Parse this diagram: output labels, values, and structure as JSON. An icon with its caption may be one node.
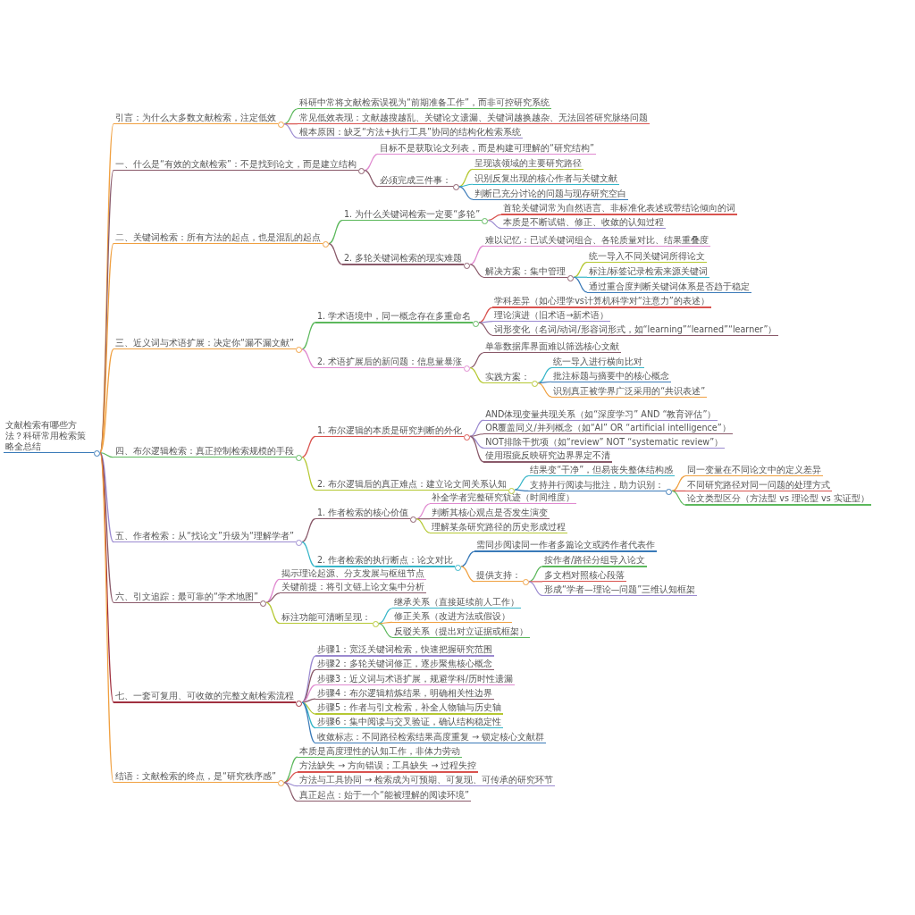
{
  "diagram": {
    "nodes": [
      {
        "text": [
          "文献检索有哪些方法？科研常用检索策略全总结"
        ]
      },
      {
        "text": [
          "引言：为什么大多数文献检索，注定低效"
        ]
      },
      {
        "text": [
          "科研中常将文献检索误视为“前期准备工作”，而非可控研究系统"
        ]
      },
      {
        "text": [
          "常见低效表现：文献越搜越乱、关键论文遗漏、关键词越换越杂、无法回答研究脉络问题"
        ]
      },
      {
        "text": [
          "根本原因：缺乏“方法+执行工具”协同的结构化检索系统"
        ]
      },
      {
        "text": [
          "一、什么是“有效的文献检索”：不是找到论文，而是建立结构"
        ]
      },
      {
        "text": [
          "目标不是获取论文列表，而是构建可理解的“研究结构”"
        ]
      },
      {
        "text": [
          "必须完成三件事："
        ]
      },
      {
        "text": [
          "呈现该领域的主要研究路径"
        ]
      },
      {
        "text": [
          "识别反复出现的核心作者与关键文献"
        ]
      },
      {
        "text": [
          "判断已充分讨论的问题与现存研究空白"
        ]
      },
      {
        "text": [
          "二、关键词检索：所有方法的起点，也是混乱的起点"
        ]
      },
      {
        "text": [
          "1. 为什么关键词检索一定要“多轮”"
        ]
      },
      {
        "text": [
          "首轮关键词常为自然语言、非标准化表述或带结论倾向的词"
        ]
      },
      {
        "text": [
          "本质是不断试错、修正、收敛的认知过程"
        ]
      },
      {
        "text": [
          "2. 多轮关键词检索的现实难题"
        ]
      },
      {
        "text": [
          "难以记忆：已试关键词组合、各轮质量对比、结果重叠度"
        ]
      },
      {
        "text": [
          "解决方案：集中管理"
        ]
      },
      {
        "text": [
          "统一导入不同关键词所得论文"
        ]
      },
      {
        "text": [
          "标注/标签记录检索来源关键词"
        ]
      },
      {
        "text": [
          "通过重合度判断关键词体系是否趋于稳定"
        ]
      },
      {
        "text": [
          "三、近义词与术语扩展：决定你“漏不漏文献”"
        ]
      },
      {
        "text": [
          "1. 学术语境中，同一概念存在多重命名"
        ]
      },
      {
        "text": [
          "学科差异（如心理学vs计算机科学对“注意力”的表述）"
        ]
      },
      {
        "text": [
          "理论演进（旧术语→新术语）"
        ]
      },
      {
        "text": [
          "词形变化（名词/动词/形容词形式，如“learning”“learned”“learner”）"
        ]
      },
      {
        "text": [
          "2. 术语扩展后的新问题：信息量暴涨"
        ]
      },
      {
        "text": [
          "单靠数据库界面难以筛选核心文献"
        ]
      },
      {
        "text": [
          "实践方案："
        ]
      },
      {
        "text": [
          "统一导入进行横向比对"
        ]
      },
      {
        "text": [
          "批注标题与摘要中的核心概念"
        ]
      },
      {
        "text": [
          "识别真正被学界广泛采用的“共识表述”"
        ]
      },
      {
        "text": [
          "四、布尔逻辑检索：真正控制检索规模的手段"
        ]
      },
      {
        "text": [
          "1. 布尔逻辑的本质是研究判断的外化"
        ]
      },
      {
        "text": [
          "AND体现变量共现关系（如“深度学习” AND “教育评估”）"
        ]
      },
      {
        "text": [
          "OR覆盖同义/并列概念（如“AI” OR “artificial intelligence”）"
        ]
      },
      {
        "text": [
          "NOT排除干扰项（如“review” NOT “systematic review”）"
        ]
      },
      {
        "text": [
          "使用瑕疵反映研究边界界定不清"
        ]
      },
      {
        "text": [
          "2. 布尔逻辑后的真正难点：建立论文间关系认知"
        ]
      },
      {
        "text": [
          "结果变“干净”，但易丧失整体结构感"
        ]
      },
      {
        "text": [
          "支持并行阅读与批注，助力识别："
        ]
      },
      {
        "text": [
          "同一变量在不同论文中的定义差异"
        ]
      },
      {
        "text": [
          "不同研究路径对同一问题的处理方式"
        ]
      },
      {
        "text": [
          "论文类型区分（方法型 vs 理论型 vs 实证型）"
        ]
      },
      {
        "text": [
          "五、作者检索：从“找论文”升级为“理解学者”"
        ]
      },
      {
        "text": [
          "1. 作者检索的核心价值"
        ]
      },
      {
        "text": [
          "补全学者完整研究轨迹（时间维度）"
        ]
      },
      {
        "text": [
          "判断其核心观点是否发生演变"
        ]
      },
      {
        "text": [
          "理解某条研究路径的历史形成过程"
        ]
      },
      {
        "text": [
          "2. 作者检索的执行断点：论文对比"
        ]
      },
      {
        "text": [
          "需同步阅读同一作者多篇论文或跨作者代表作"
        ]
      },
      {
        "text": [
          "提供支持："
        ]
      },
      {
        "text": [
          "按作者/路径分组导入论文"
        ]
      },
      {
        "text": [
          "多文档对照核心段落"
        ]
      },
      {
        "text": [
          "形成“学者—理论—问题”三维认知框架"
        ]
      },
      {
        "text": [
          "六、引文追踪：最可靠的“学术地图”"
        ]
      },
      {
        "text": [
          "揭示理论起源、分支发展与枢纽节点"
        ]
      },
      {
        "text": [
          "关键前提：将引文链上论文集中分析"
        ]
      },
      {
        "text": [
          "标注功能可清晰呈现："
        ]
      },
      {
        "text": [
          "继承关系（直接延续前人工作）"
        ]
      },
      {
        "text": [
          "修正关系（改进方法或假设）"
        ]
      },
      {
        "text": [
          "反驳关系（提出对立证据或框架）"
        ]
      },
      {
        "text": [
          "七、一套可复用、可收敛的完整文献检索流程"
        ]
      },
      {
        "text": [
          "步骤1：宽泛关键词检索，快速把握研究范围"
        ]
      },
      {
        "text": [
          "步骤2：多轮关键词修正，逐步聚焦核心概念"
        ]
      },
      {
        "text": [
          "步骤3：近义词与术语扩展，规避学科/历时性遗漏"
        ]
      },
      {
        "text": [
          "步骤4：布尔逻辑精炼结果，明确相关性边界"
        ]
      },
      {
        "text": [
          "步骤5：作者与引文检索，补全人物轴与历史轴"
        ]
      },
      {
        "text": [
          "步骤6：集中阅读与交叉验证，确认结构稳定性"
        ]
      },
      {
        "text": [
          "收敛标志：不同路径检索结果高度重复 → 锁定核心文献群"
        ]
      },
      {
        "text": [
          "结语：文献检索的终点，是“研究秩序感”"
        ]
      },
      {
        "text": [
          "本质是高度理性的认知工作，非体力劳动"
        ]
      },
      {
        "text": [
          "方法缺失 → 方向错误；工具缺失 → 过程失控"
        ]
      },
      {
        "text": [
          "方法与工具协同 → 检索成为可预期、可复现、可传承的研究环节"
        ]
      },
      {
        "text": [
          "真正起点：始于一个“能被理解的阅读环境”"
        ]
      }
    ],
    "edges": [
      {
        "from": 0,
        "to": 1,
        "arrow": "none",
        "color": "#f0a040"
      },
      {
        "from": 1,
        "to": 2,
        "arrow": "none",
        "color": "#5cb85c"
      },
      {
        "from": 1,
        "to": 3,
        "arrow": "none",
        "color": "#d9534f"
      },
      {
        "from": 1,
        "to": 4,
        "arrow": "none",
        "color": "#9b8ad0"
      },
      {
        "from": 0,
        "to": 5,
        "arrow": "none",
        "color": "#8a5a6a"
      },
      {
        "from": 5,
        "to": 6,
        "arrow": "none",
        "color": "#e08ad0"
      },
      {
        "from": 5,
        "to": 7,
        "arrow": "none",
        "color": "#8a5a6a"
      },
      {
        "from": 7,
        "to": 8,
        "arrow": "none",
        "color": "#b5c832"
      },
      {
        "from": 7,
        "to": 9,
        "arrow": "none",
        "color": "#36b5c8"
      },
      {
        "from": 7,
        "to": 10,
        "arrow": "none",
        "color": "#3a7ab8"
      },
      {
        "from": 0,
        "to": 11,
        "arrow": "none",
        "color": "#f0a040"
      },
      {
        "from": 11,
        "to": 12,
        "arrow": "none",
        "color": "#5cb85c"
      },
      {
        "from": 12,
        "to": 13,
        "arrow": "none",
        "color": "#d9534f"
      },
      {
        "from": 12,
        "to": 14,
        "arrow": "none",
        "color": "#9b8ad0"
      },
      {
        "from": 11,
        "to": 15,
        "arrow": "none",
        "color": "#8a5a6a"
      },
      {
        "from": 15,
        "to": 16,
        "arrow": "none",
        "color": "#e08ad0"
      },
      {
        "from": 15,
        "to": 17,
        "arrow": "none",
        "color": "#8a5a6a"
      },
      {
        "from": 17,
        "to": 18,
        "arrow": "none",
        "color": "#b5c832"
      },
      {
        "from": 17,
        "to": 19,
        "arrow": "none",
        "color": "#36b5c8"
      },
      {
        "from": 17,
        "to": 20,
        "arrow": "none",
        "color": "#3a7ab8"
      },
      {
        "from": 0,
        "to": 21,
        "arrow": "none",
        "color": "#f0a040"
      },
      {
        "from": 21,
        "to": 22,
        "arrow": "none",
        "color": "#5cb85c"
      },
      {
        "from": 22,
        "to": 23,
        "arrow": "none",
        "color": "#d9534f"
      },
      {
        "from": 22,
        "to": 24,
        "arrow": "none",
        "color": "#9b8ad0"
      },
      {
        "from": 22,
        "to": 25,
        "arrow": "none",
        "color": "#8a5a6a"
      },
      {
        "from": 21,
        "to": 26,
        "arrow": "none",
        "color": "#e08ad0"
      },
      {
        "from": 26,
        "to": 27,
        "arrow": "none",
        "color": "#8a5a6a"
      },
      {
        "from": 26,
        "to": 28,
        "arrow": "none",
        "color": "#b5c832"
      },
      {
        "from": 28,
        "to": 29,
        "arrow": "none",
        "color": "#36b5c8"
      },
      {
        "from": 28,
        "to": 30,
        "arrow": "none",
        "color": "#3a7ab8"
      },
      {
        "from": 28,
        "to": 31,
        "arrow": "none",
        "color": "#f0a040"
      },
      {
        "from": 0,
        "to": 32,
        "arrow": "none",
        "color": "#5cb85c"
      },
      {
        "from": 32,
        "to": 33,
        "arrow": "none",
        "color": "#d9534f"
      },
      {
        "from": 33,
        "to": 34,
        "arrow": "none",
        "color": "#9b8ad0"
      },
      {
        "from": 33,
        "to": 35,
        "arrow": "none",
        "color": "#8a5a6a"
      },
      {
        "from": 33,
        "to": 36,
        "arrow": "none",
        "color": "#9b8ad0"
      },
      {
        "from": 33,
        "to": 37,
        "arrow": "none",
        "color": "#8a5a6a"
      },
      {
        "from": 32,
        "to": 38,
        "arrow": "none",
        "color": "#b5c832"
      },
      {
        "from": 38,
        "to": 39,
        "arrow": "none",
        "color": "#36b5c8"
      },
      {
        "from": 38,
        "to": 40,
        "arrow": "none",
        "color": "#3a7ab8"
      },
      {
        "from": 40,
        "to": 41,
        "arrow": "none",
        "color": "#f0a040"
      },
      {
        "from": 40,
        "to": 42,
        "arrow": "none",
        "color": "#d9534f"
      },
      {
        "from": 40,
        "to": 43,
        "arrow": "none",
        "color": "#5cb85c"
      },
      {
        "from": 0,
        "to": 44,
        "arrow": "none",
        "color": "#9b8ad0"
      },
      {
        "from": 44,
        "to": 45,
        "arrow": "none",
        "color": "#8a5a6a"
      },
      {
        "from": 45,
        "to": 46,
        "arrow": "none",
        "color": "#e08ad0"
      },
      {
        "from": 45,
        "to": 47,
        "arrow": "none",
        "color": "#8a5a6a"
      },
      {
        "from": 45,
        "to": 48,
        "arrow": "none",
        "color": "#b5c832"
      },
      {
        "from": 44,
        "to": 49,
        "arrow": "none",
        "color": "#36b5c8"
      },
      {
        "from": 49,
        "to": 50,
        "arrow": "none",
        "color": "#3a7ab8"
      },
      {
        "from": 49,
        "to": 51,
        "arrow": "none",
        "color": "#f0a040"
      },
      {
        "from": 51,
        "to": 52,
        "arrow": "none",
        "color": "#5cb85c"
      },
      {
        "from": 51,
        "to": 53,
        "arrow": "none",
        "color": "#d9534f"
      },
      {
        "from": 51,
        "to": 54,
        "arrow": "none",
        "color": "#9b8ad0"
      },
      {
        "from": 0,
        "to": 55,
        "arrow": "none",
        "color": "#8a5a6a"
      },
      {
        "from": 55,
        "to": 56,
        "arrow": "none",
        "color": "#e08ad0"
      },
      {
        "from": 55,
        "to": 57,
        "arrow": "none",
        "color": "#8a5a6a"
      },
      {
        "from": 55,
        "to": 58,
        "arrow": "none",
        "color": "#b5c832"
      },
      {
        "from": 58,
        "to": 59,
        "arrow": "none",
        "color": "#36b5c8"
      },
      {
        "from": 58,
        "to": 60,
        "arrow": "none",
        "color": "#f0a040"
      },
      {
        "from": 58,
        "to": 61,
        "arrow": "none",
        "color": "#5cb85c"
      },
      {
        "from": 0,
        "to": 62,
        "arrow": "none",
        "color": "#a03040"
      },
      {
        "from": 62,
        "to": 63,
        "arrow": "none",
        "color": "#9b8ad0"
      },
      {
        "from": 62,
        "to": 64,
        "arrow": "none",
        "color": "#8a5a6a"
      },
      {
        "from": 62,
        "to": 65,
        "arrow": "none",
        "color": "#e08ad0"
      },
      {
        "from": 62,
        "to": 66,
        "arrow": "none",
        "color": "#8a5a6a"
      },
      {
        "from": 62,
        "to": 67,
        "arrow": "none",
        "color": "#b5c832"
      },
      {
        "from": 62,
        "to": 68,
        "arrow": "none",
        "color": "#36b5c8"
      },
      {
        "from": 62,
        "to": 69,
        "arrow": "none",
        "color": "#3a7ab8"
      },
      {
        "from": 0,
        "to": 70,
        "arrow": "none",
        "color": "#f0a040"
      },
      {
        "from": 70,
        "to": 71,
        "arrow": "none",
        "color": "#5cb85c"
      },
      {
        "from": 70,
        "to": 72,
        "arrow": "none",
        "color": "#d9534f"
      },
      {
        "from": 70,
        "to": 73,
        "arrow": "none",
        "color": "#9b8ad0"
      },
      {
        "from": 70,
        "to": 74,
        "arrow": "none",
        "color": "#8a5a6a"
      }
    ]
  }
}
